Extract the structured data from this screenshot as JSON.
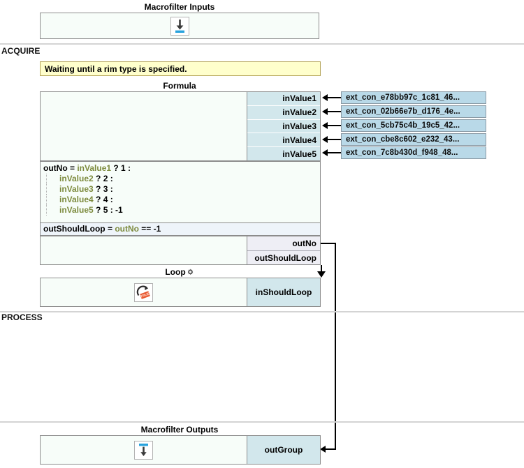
{
  "sections": [
    {
      "label": "ACQUIRE"
    },
    {
      "label": "PROCESS"
    }
  ],
  "macrofilter_inputs": {
    "title": "Macrofilter Inputs",
    "icon": "inputs-arrow-icon"
  },
  "warning": {
    "text": "Waiting until a rim type is specified."
  },
  "formula": {
    "title": "Formula",
    "inputs": [
      {
        "name": "inValue1",
        "source": "ext_con_e78bb97c_1c81_46..."
      },
      {
        "name": "inValue2",
        "source": "ext_con_02b66e7b_d176_4e..."
      },
      {
        "name": "inValue3",
        "source": "ext_con_5cb75c4b_19c5_42..."
      },
      {
        "name": "inValue4",
        "source": "ext_con_cbe8c602_e232_43..."
      },
      {
        "name": "inValue5",
        "source": "ext_con_7c8b430d_f948_48..."
      }
    ],
    "code": [
      {
        "indent": false,
        "tokens": [
          {
            "t": "outNo ",
            "k": "plain"
          },
          {
            "t": "= ",
            "k": "plain"
          },
          {
            "t": "inValue1",
            "k": "var"
          },
          {
            "t": " ? 1 :",
            "k": "plain"
          }
        ]
      },
      {
        "indent": true,
        "tokens": [
          {
            "t": "inValue2",
            "k": "var"
          },
          {
            "t": " ? 2 :",
            "k": "plain"
          }
        ]
      },
      {
        "indent": true,
        "tokens": [
          {
            "t": "inValue3",
            "k": "var"
          },
          {
            "t": " ? 3 :",
            "k": "plain"
          }
        ]
      },
      {
        "indent": true,
        "tokens": [
          {
            "t": "inValue4",
            "k": "var"
          },
          {
            "t": " ? 4 :",
            "k": "plain"
          }
        ]
      },
      {
        "indent": true,
        "tokens": [
          {
            "t": "inValue5",
            "k": "var"
          },
          {
            "t": " ? 5 : -1",
            "k": "plain"
          }
        ]
      }
    ],
    "code_footer": [
      {
        "t": "outShouldLoop ",
        "k": "plain"
      },
      {
        "t": "= ",
        "k": "plain"
      },
      {
        "t": "outNo",
        "k": "var"
      },
      {
        "t": " == -1",
        "k": "plain"
      }
    ],
    "outputs": [
      {
        "name": "outNo"
      },
      {
        "name": "outShouldLoop"
      }
    ]
  },
  "loop": {
    "title": "Loop",
    "gear_icon": "gear-icon",
    "icon": "loop-true-tag-icon",
    "icon_label": "TRUE",
    "inputs": [
      {
        "name": "inShouldLoop"
      }
    ]
  },
  "macrofilter_outputs": {
    "title": "Macrofilter Outputs",
    "icon": "outputs-arrow-icon",
    "outputs": [
      {
        "name": "outGroup"
      }
    ]
  },
  "colors": {
    "port_in": "#d2e7ec",
    "port_out": "#eeeef5",
    "extcon": "#b9d9e8",
    "warning_bg": "#ffffcc",
    "warning_border": "#b5a55b",
    "block_bg": "#f7fdf9",
    "block_border": "#8c8c8c",
    "code_var": "#7d8b3e",
    "accent_blue": "#29a3dd",
    "loop_tag": "#e8552c"
  }
}
